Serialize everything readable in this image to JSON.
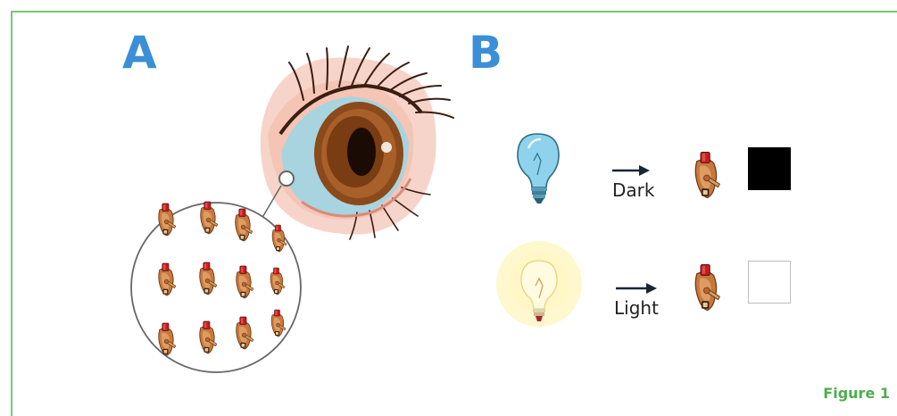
{
  "panels": {
    "a_label": "A",
    "b_label": "B"
  },
  "states": {
    "dark_label": "Dark",
    "light_label": "Light"
  },
  "figure_label": "Figure 1",
  "colors": {
    "frame": "#78c878",
    "panel_letter": "#3a8fd6",
    "figure_label": "#4cae4c",
    "dark_square": "#000000",
    "light_square": "#ffffff"
  },
  "icons": {
    "eye": "eye-illustration",
    "zoom_circle": "photoreceptor-magnifier",
    "switch": "switch-icon",
    "bulb_off": "lightbulb-off-icon",
    "bulb_on": "lightbulb-on-icon",
    "arrow": "arrow-right-icon"
  }
}
